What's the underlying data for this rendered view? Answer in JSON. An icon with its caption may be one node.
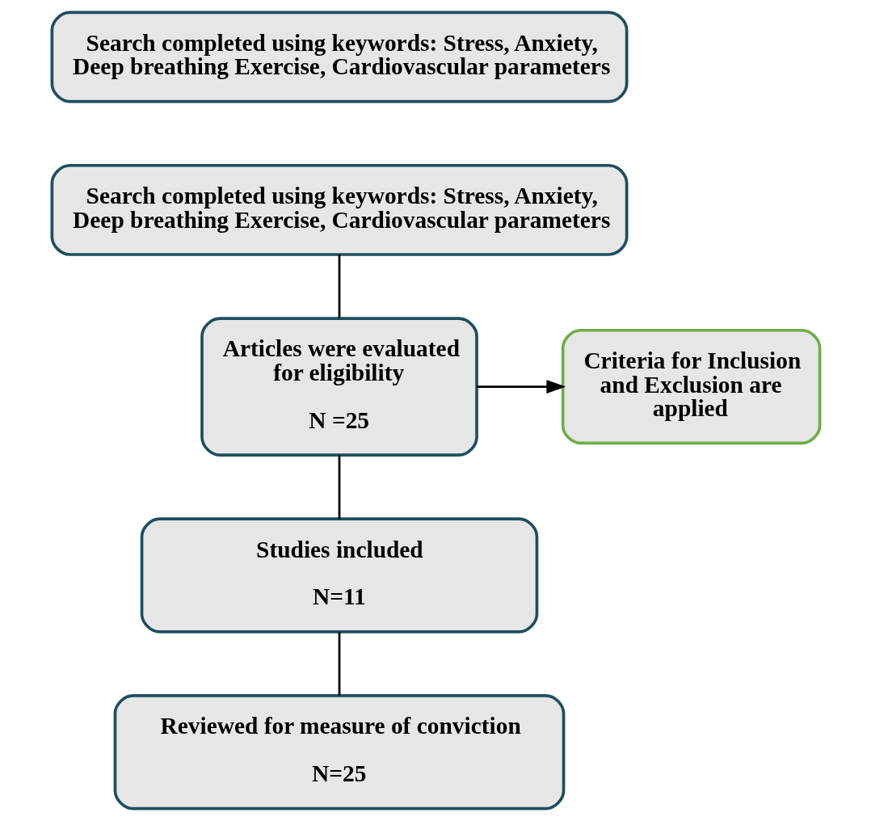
{
  "diagram": {
    "nodes": [
      {
        "text": [
          "Search completed using keywords: Stress, Anxiety, Deep breathing Exercise, Cardiovascular parameters"
        ]
      },
      {
        "text": [
          "Search completed using keywords: Stress, Anxiety, Deep breathing Exercise, Cardiovascular parameters"
        ]
      },
      {
        "text": [
          "Articles were evaluated for eligibility",
          "N =25"
        ]
      },
      {
        "text": [
          "Criteria for Inclusion and Exclusion are applied"
        ]
      },
      {
        "text": [
          "Studies included",
          "N=11"
        ]
      },
      {
        "text": [
          "Reviewed for measure of conviction",
          "N=25"
        ]
      }
    ],
    "edges": [
      {
        "from": 1,
        "to": 2,
        "arrow": "none"
      },
      {
        "from": 2,
        "to": 3,
        "arrow": "to"
      },
      {
        "from": 2,
        "to": 4,
        "arrow": "none"
      },
      {
        "from": 4,
        "to": 5,
        "arrow": "none"
      }
    ]
  }
}
